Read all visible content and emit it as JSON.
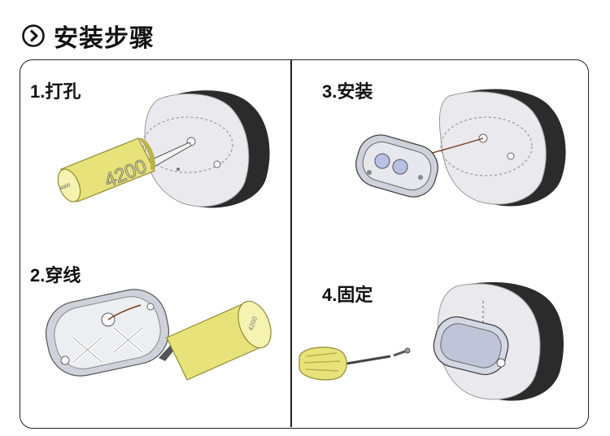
{
  "header": {
    "icon": "circle-chevron-right-icon",
    "title": "安装步骤"
  },
  "steps": [
    {
      "number": "1.",
      "label": "打孔",
      "drill_text": "4200",
      "cap_text": "4000"
    },
    {
      "number": "2.",
      "label": "穿线",
      "tool_text": "4200"
    },
    {
      "number": "3.",
      "label": "安装"
    },
    {
      "number": "4.",
      "label": "固定"
    }
  ],
  "colors": {
    "tool_yellow": "#e8e27a",
    "tool_yellow_dark": "#b9b24a",
    "wall_dark": "#2b2b2b",
    "wall_face": "#e9e9ee",
    "device_grey": "#cfd2da",
    "frame": "#222222"
  }
}
